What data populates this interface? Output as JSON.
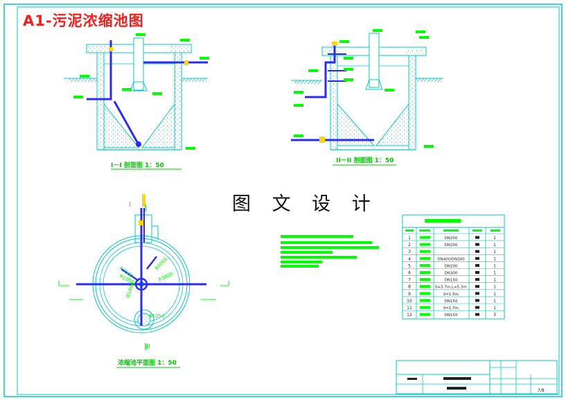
{
  "header": {
    "title": "A1-污泥浓缩池图",
    "center_title": "图 文 设 计"
  },
  "colors": {
    "frame": "#00c8c8",
    "structure": "#00c8c8",
    "pipe": "#2a2aff",
    "label": "#00ff00",
    "title_red": "#ff1a1a",
    "fitting": "#ffd800"
  },
  "views": {
    "section_1": {
      "caption": "I－I 剖面图   1：50"
    },
    "section_2": {
      "caption": "II－II 剖面图   1：50"
    },
    "plan": {
      "caption": "浓缩池平面图   1：50",
      "cut_mark_top": "I",
      "cut_mark_bottom": "II",
      "radius_labels": [
        "R4200",
        "R3800",
        "R3500",
        "R1000"
      ],
      "center_label": "Φ1600",
      "sump_label": "Φ1050"
    }
  },
  "parts_table": {
    "rows": [
      {
        "no": "1",
        "spec": "DN200",
        "qty": "1"
      },
      {
        "no": "2",
        "spec": "DN200",
        "qty": "1"
      },
      {
        "no": "3",
        "spec": "",
        "qty": "1"
      },
      {
        "no": "4",
        "spec": "DN400/DN300",
        "qty": "1"
      },
      {
        "no": "5",
        "spec": "DN200",
        "qty": "1"
      },
      {
        "no": "6",
        "spec": "DN300",
        "qty": "1"
      },
      {
        "no": "7",
        "spec": "DN150",
        "qty": "1"
      },
      {
        "no": "8",
        "spec": "δ=3.7m,L=5.3m",
        "qty": "1"
      },
      {
        "no": "9",
        "spec": "δ=1.5m",
        "qty": "1"
      },
      {
        "no": "10",
        "spec": "DN150",
        "qty": "1"
      },
      {
        "no": "11",
        "spec": "δ=1.7m",
        "qty": "1"
      },
      {
        "no": "12",
        "spec": "DN150",
        "qty": "3"
      }
    ]
  },
  "title_block": {
    "page": "7/8"
  }
}
